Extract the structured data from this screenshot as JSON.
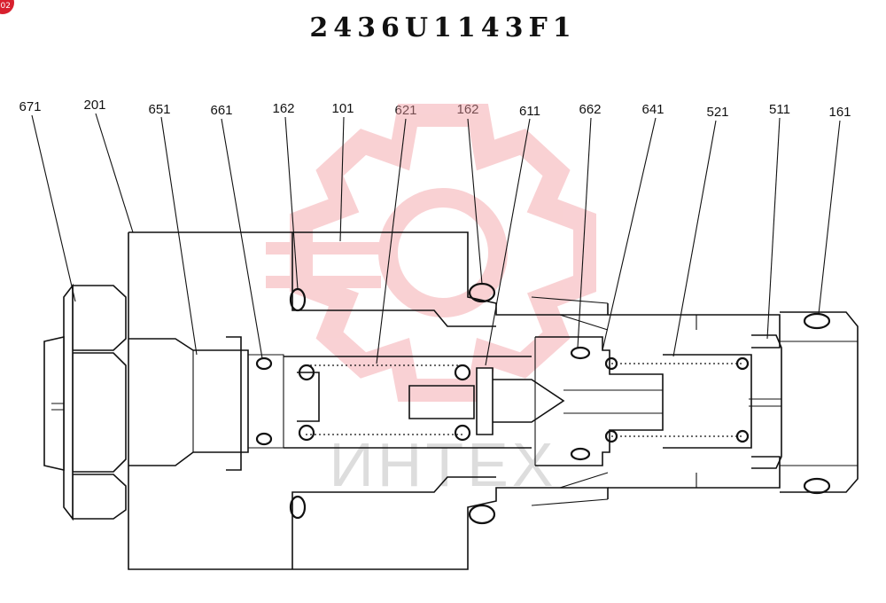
{
  "diagram": {
    "part_number": "2436U1143F1",
    "badge_text": "02",
    "watermark_text": "ИНТЕХ",
    "watermark_color": "#f29aa0",
    "callouts": [
      "671",
      "201",
      "651",
      "661",
      "162",
      "101",
      "621",
      "162",
      "611",
      "662",
      "641",
      "521",
      "511",
      "161"
    ]
  }
}
